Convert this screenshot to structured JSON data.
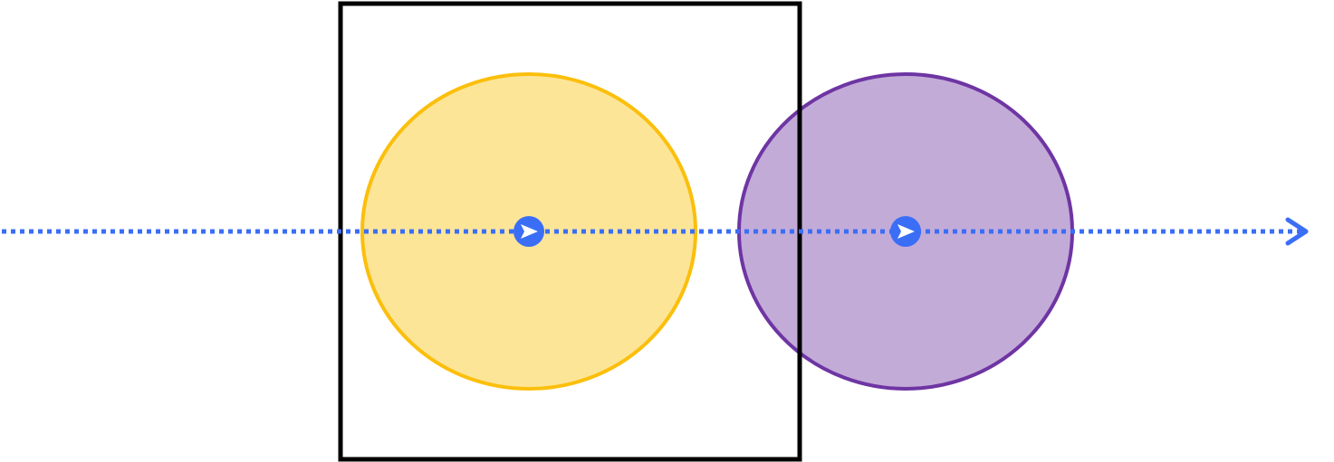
{
  "diagram": {
    "frame": {
      "icon": "square-frame",
      "stroke": "#000000"
    },
    "circles": [
      {
        "id": "yellow",
        "fill": "#FDE598",
        "stroke": "#FBBF0C"
      },
      {
        "id": "purple",
        "fill": "#C3ABD8",
        "stroke": "#6E35A3"
      }
    ],
    "motion_path": {
      "color": "#3B6EF6",
      "style": "dotted",
      "direction": "left-to-right",
      "icon": "arrow-right-icon"
    },
    "markers": [
      {
        "icon": "play-marker-icon",
        "color": "#3B6EF6",
        "glyph_color": "#ffffff"
      },
      {
        "icon": "play-marker-icon",
        "color": "#3B6EF6",
        "glyph_color": "#ffffff"
      }
    ]
  }
}
